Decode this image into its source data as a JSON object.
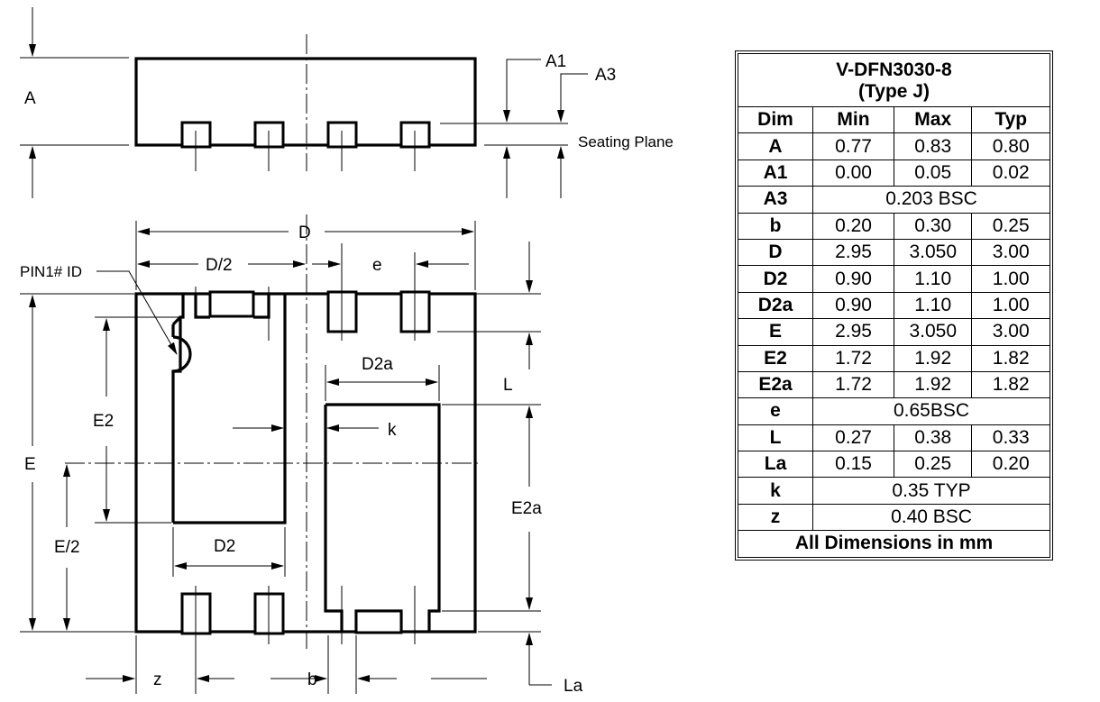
{
  "drawing_labels": {
    "A": "A",
    "A1": "A1",
    "A3": "A3",
    "seating_plane": "Seating Plane",
    "D": "D",
    "D_half": "D/2",
    "e": "e",
    "pin1": "PIN1# ID",
    "D2a": "D2a",
    "L": "L",
    "E2": "E2",
    "k": "k",
    "E": "E",
    "E2a": "E2a",
    "E_half": "E/2",
    "D2": "D2",
    "z": "z",
    "b": "b",
    "La": "La"
  },
  "table": {
    "title_line1": "V-DFN3030-8",
    "title_line2": "(Type J)",
    "headers": [
      "Dim",
      "Min",
      "Max",
      "Typ"
    ],
    "rows": [
      {
        "dim": "A",
        "min": "0.77",
        "max": "0.83",
        "typ": "0.80"
      },
      {
        "dim": "A1",
        "min": "0.00",
        "max": "0.05",
        "typ": "0.02"
      },
      {
        "dim": "A3",
        "span": "0.203 BSC"
      },
      {
        "dim": "b",
        "min": "0.20",
        "max": "0.30",
        "typ": "0.25"
      },
      {
        "dim": "D",
        "min": "2.95",
        "max": "3.050",
        "typ": "3.00"
      },
      {
        "dim": "D2",
        "min": "0.90",
        "max": "1.10",
        "typ": "1.00"
      },
      {
        "dim": "D2a",
        "min": "0.90",
        "max": "1.10",
        "typ": "1.00"
      },
      {
        "dim": "E",
        "min": "2.95",
        "max": "3.050",
        "typ": "3.00"
      },
      {
        "dim": "E2",
        "min": "1.72",
        "max": "1.92",
        "typ": "1.82"
      },
      {
        "dim": "E2a",
        "min": "1.72",
        "max": "1.92",
        "typ": "1.82"
      },
      {
        "dim": "e",
        "span": "0.65BSC"
      },
      {
        "dim": "L",
        "min": "0.27",
        "max": "0.38",
        "typ": "0.33"
      },
      {
        "dim": "La",
        "min": "0.15",
        "max": "0.25",
        "typ": "0.20"
      },
      {
        "dim": "k",
        "span": "0.35 TYP"
      },
      {
        "dim": "z",
        "span": "0.40 BSC"
      }
    ],
    "footer": "All Dimensions in mm"
  }
}
